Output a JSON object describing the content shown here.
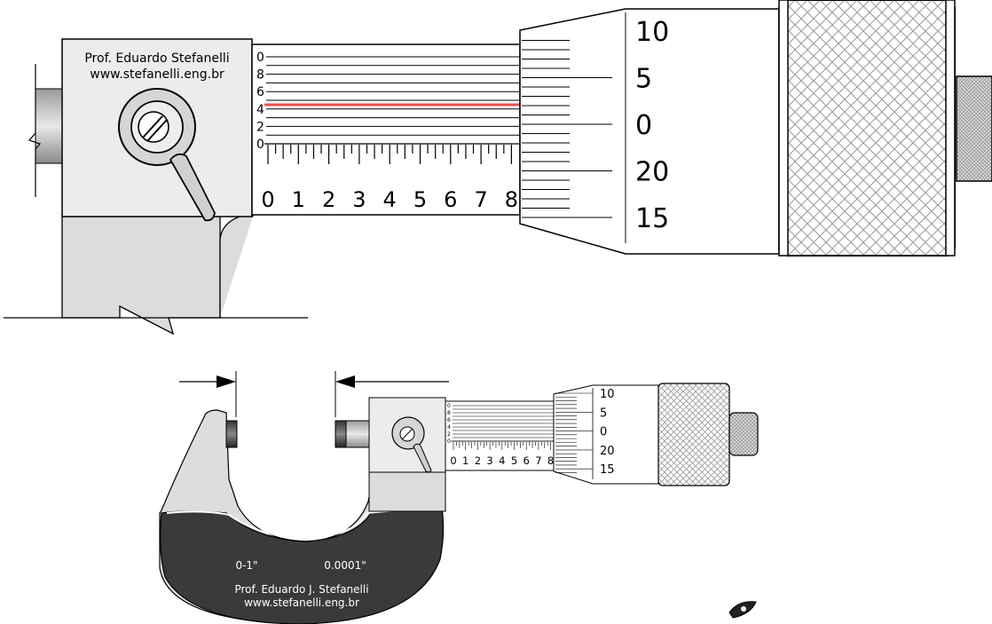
{
  "credits": {
    "top_author": "Prof. Eduardo Stefanelli",
    "top_url": "www.stefanelli.eng.br",
    "frame_author": "Prof. Eduardo J. Stefanelli",
    "frame_url": "www.stefanelli.eng.br"
  },
  "frame": {
    "range": "0-1\"",
    "resolution": "0.0001\""
  },
  "vernier_labels": [
    "0",
    "2",
    "4",
    "6",
    "8",
    "0"
  ],
  "sleeve_labels": [
    "0",
    "1",
    "2",
    "3",
    "4",
    "5",
    "6",
    "7",
    "8"
  ],
  "thimble_labels": [
    "10",
    "5",
    "0",
    "20",
    "15"
  ],
  "colors": {
    "highlight_line": "#e8322f",
    "frame_body": "#3a3a3a",
    "metal": "#e2e2e2",
    "dark_metal": "#555555"
  },
  "icons": {
    "corner": "eye-icon"
  }
}
